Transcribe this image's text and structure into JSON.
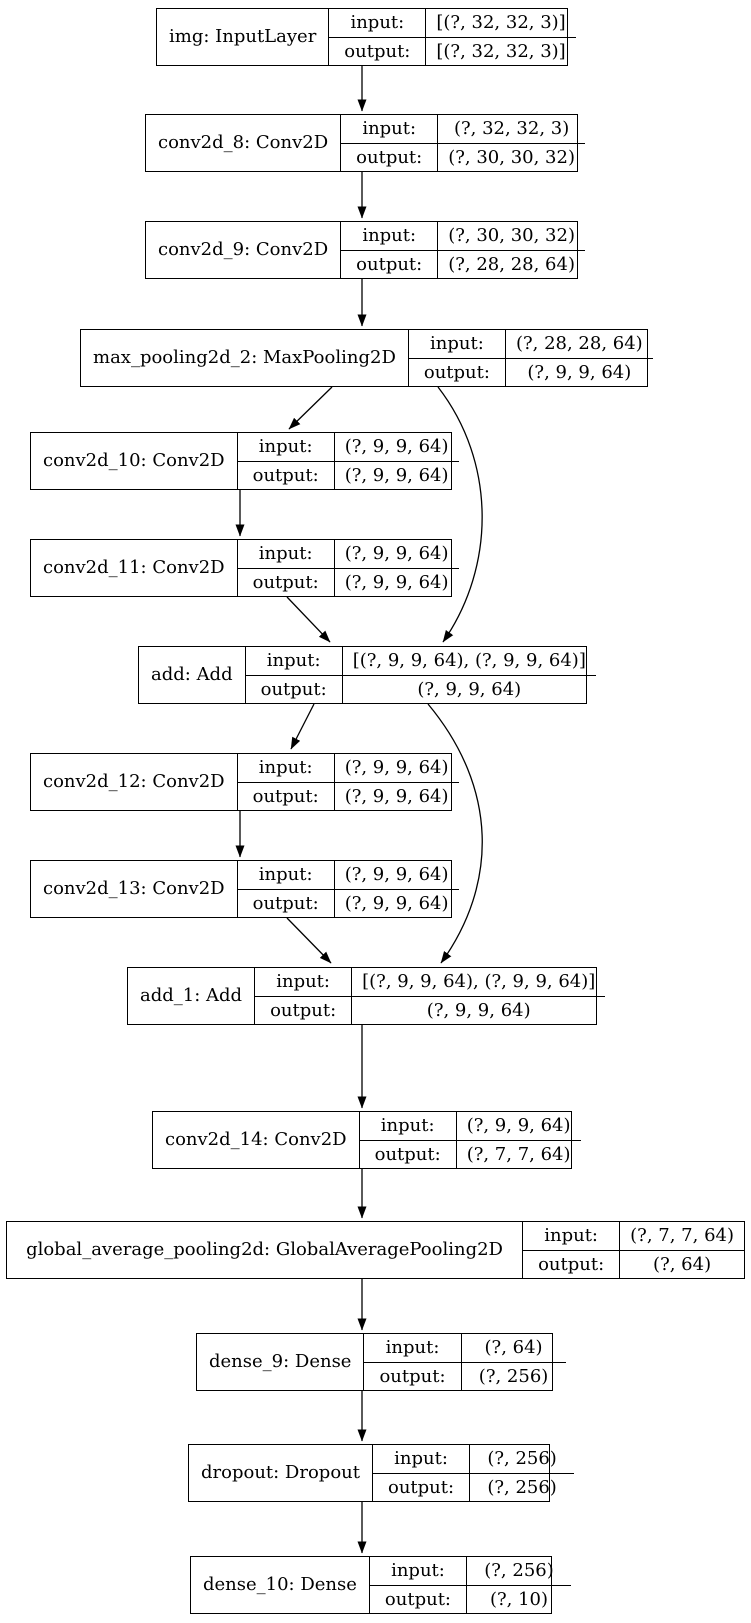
{
  "diagram": {
    "kind": "keras-model-architecture-graph",
    "colors": {
      "node_border": "#000000",
      "node_background": "#ffffff",
      "edge": "#000000",
      "text": "#000000",
      "page_background": "#ffffff"
    },
    "labels": {
      "input": "input:",
      "output": "output:"
    },
    "nodes": [
      {
        "id": "img",
        "label": "img: InputLayer",
        "input_shape": "[(?, 32, 32, 3)]",
        "output_shape": "[(?, 32, 32, 3)]"
      },
      {
        "id": "conv2d_8",
        "label": "conv2d_8: Conv2D",
        "input_shape": "(?, 32, 32, 3)",
        "output_shape": "(?, 30, 30, 32)"
      },
      {
        "id": "conv2d_9",
        "label": "conv2d_9: Conv2D",
        "input_shape": "(?, 30, 30, 32)",
        "output_shape": "(?, 28, 28, 64)"
      },
      {
        "id": "max_pooling2d_2",
        "label": "max_pooling2d_2: MaxPooling2D",
        "input_shape": "(?, 28, 28, 64)",
        "output_shape": "(?, 9, 9, 64)"
      },
      {
        "id": "conv2d_10",
        "label": "conv2d_10: Conv2D",
        "input_shape": "(?, 9, 9, 64)",
        "output_shape": "(?, 9, 9, 64)"
      },
      {
        "id": "conv2d_11",
        "label": "conv2d_11: Conv2D",
        "input_shape": "(?, 9, 9, 64)",
        "output_shape": "(?, 9, 9, 64)"
      },
      {
        "id": "add",
        "label": "add: Add",
        "input_shape": "[(?, 9, 9, 64), (?, 9, 9, 64)]",
        "output_shape": "(?, 9, 9, 64)"
      },
      {
        "id": "conv2d_12",
        "label": "conv2d_12: Conv2D",
        "input_shape": "(?, 9, 9, 64)",
        "output_shape": "(?, 9, 9, 64)"
      },
      {
        "id": "conv2d_13",
        "label": "conv2d_13: Conv2D",
        "input_shape": "(?, 9, 9, 64)",
        "output_shape": "(?, 9, 9, 64)"
      },
      {
        "id": "add_1",
        "label": "add_1: Add",
        "input_shape": "[(?, 9, 9, 64), (?, 9, 9, 64)]",
        "output_shape": "(?, 9, 9, 64)"
      },
      {
        "id": "conv2d_14",
        "label": "conv2d_14: Conv2D",
        "input_shape": "(?, 9, 9, 64)",
        "output_shape": "(?, 7, 7, 64)"
      },
      {
        "id": "global_average_pooling2d",
        "label": "global_average_pooling2d: GlobalAveragePooling2D",
        "input_shape": "(?, 7, 7, 64)",
        "output_shape": "(?, 64)"
      },
      {
        "id": "dense_9",
        "label": "dense_9: Dense",
        "input_shape": "(?, 64)",
        "output_shape": "(?, 256)"
      },
      {
        "id": "dropout",
        "label": "dropout: Dropout",
        "input_shape": "(?, 256)",
        "output_shape": "(?, 256)"
      },
      {
        "id": "dense_10",
        "label": "dense_10: Dense",
        "input_shape": "(?, 256)",
        "output_shape": "(?, 10)"
      }
    ],
    "edges": [
      {
        "from": "img",
        "to": "conv2d_8"
      },
      {
        "from": "conv2d_8",
        "to": "conv2d_9"
      },
      {
        "from": "conv2d_9",
        "to": "max_pooling2d_2"
      },
      {
        "from": "max_pooling2d_2",
        "to": "conv2d_10"
      },
      {
        "from": "max_pooling2d_2",
        "to": "add"
      },
      {
        "from": "conv2d_10",
        "to": "conv2d_11"
      },
      {
        "from": "conv2d_11",
        "to": "add"
      },
      {
        "from": "add",
        "to": "conv2d_12"
      },
      {
        "from": "add",
        "to": "add_1"
      },
      {
        "from": "conv2d_12",
        "to": "conv2d_13"
      },
      {
        "from": "conv2d_13",
        "to": "add_1"
      },
      {
        "from": "add_1",
        "to": "conv2d_14"
      },
      {
        "from": "conv2d_14",
        "to": "global_average_pooling2d"
      },
      {
        "from": "global_average_pooling2d",
        "to": "dense_9"
      },
      {
        "from": "dense_9",
        "to": "dropout"
      },
      {
        "from": "dropout",
        "to": "dense_10"
      }
    ]
  }
}
